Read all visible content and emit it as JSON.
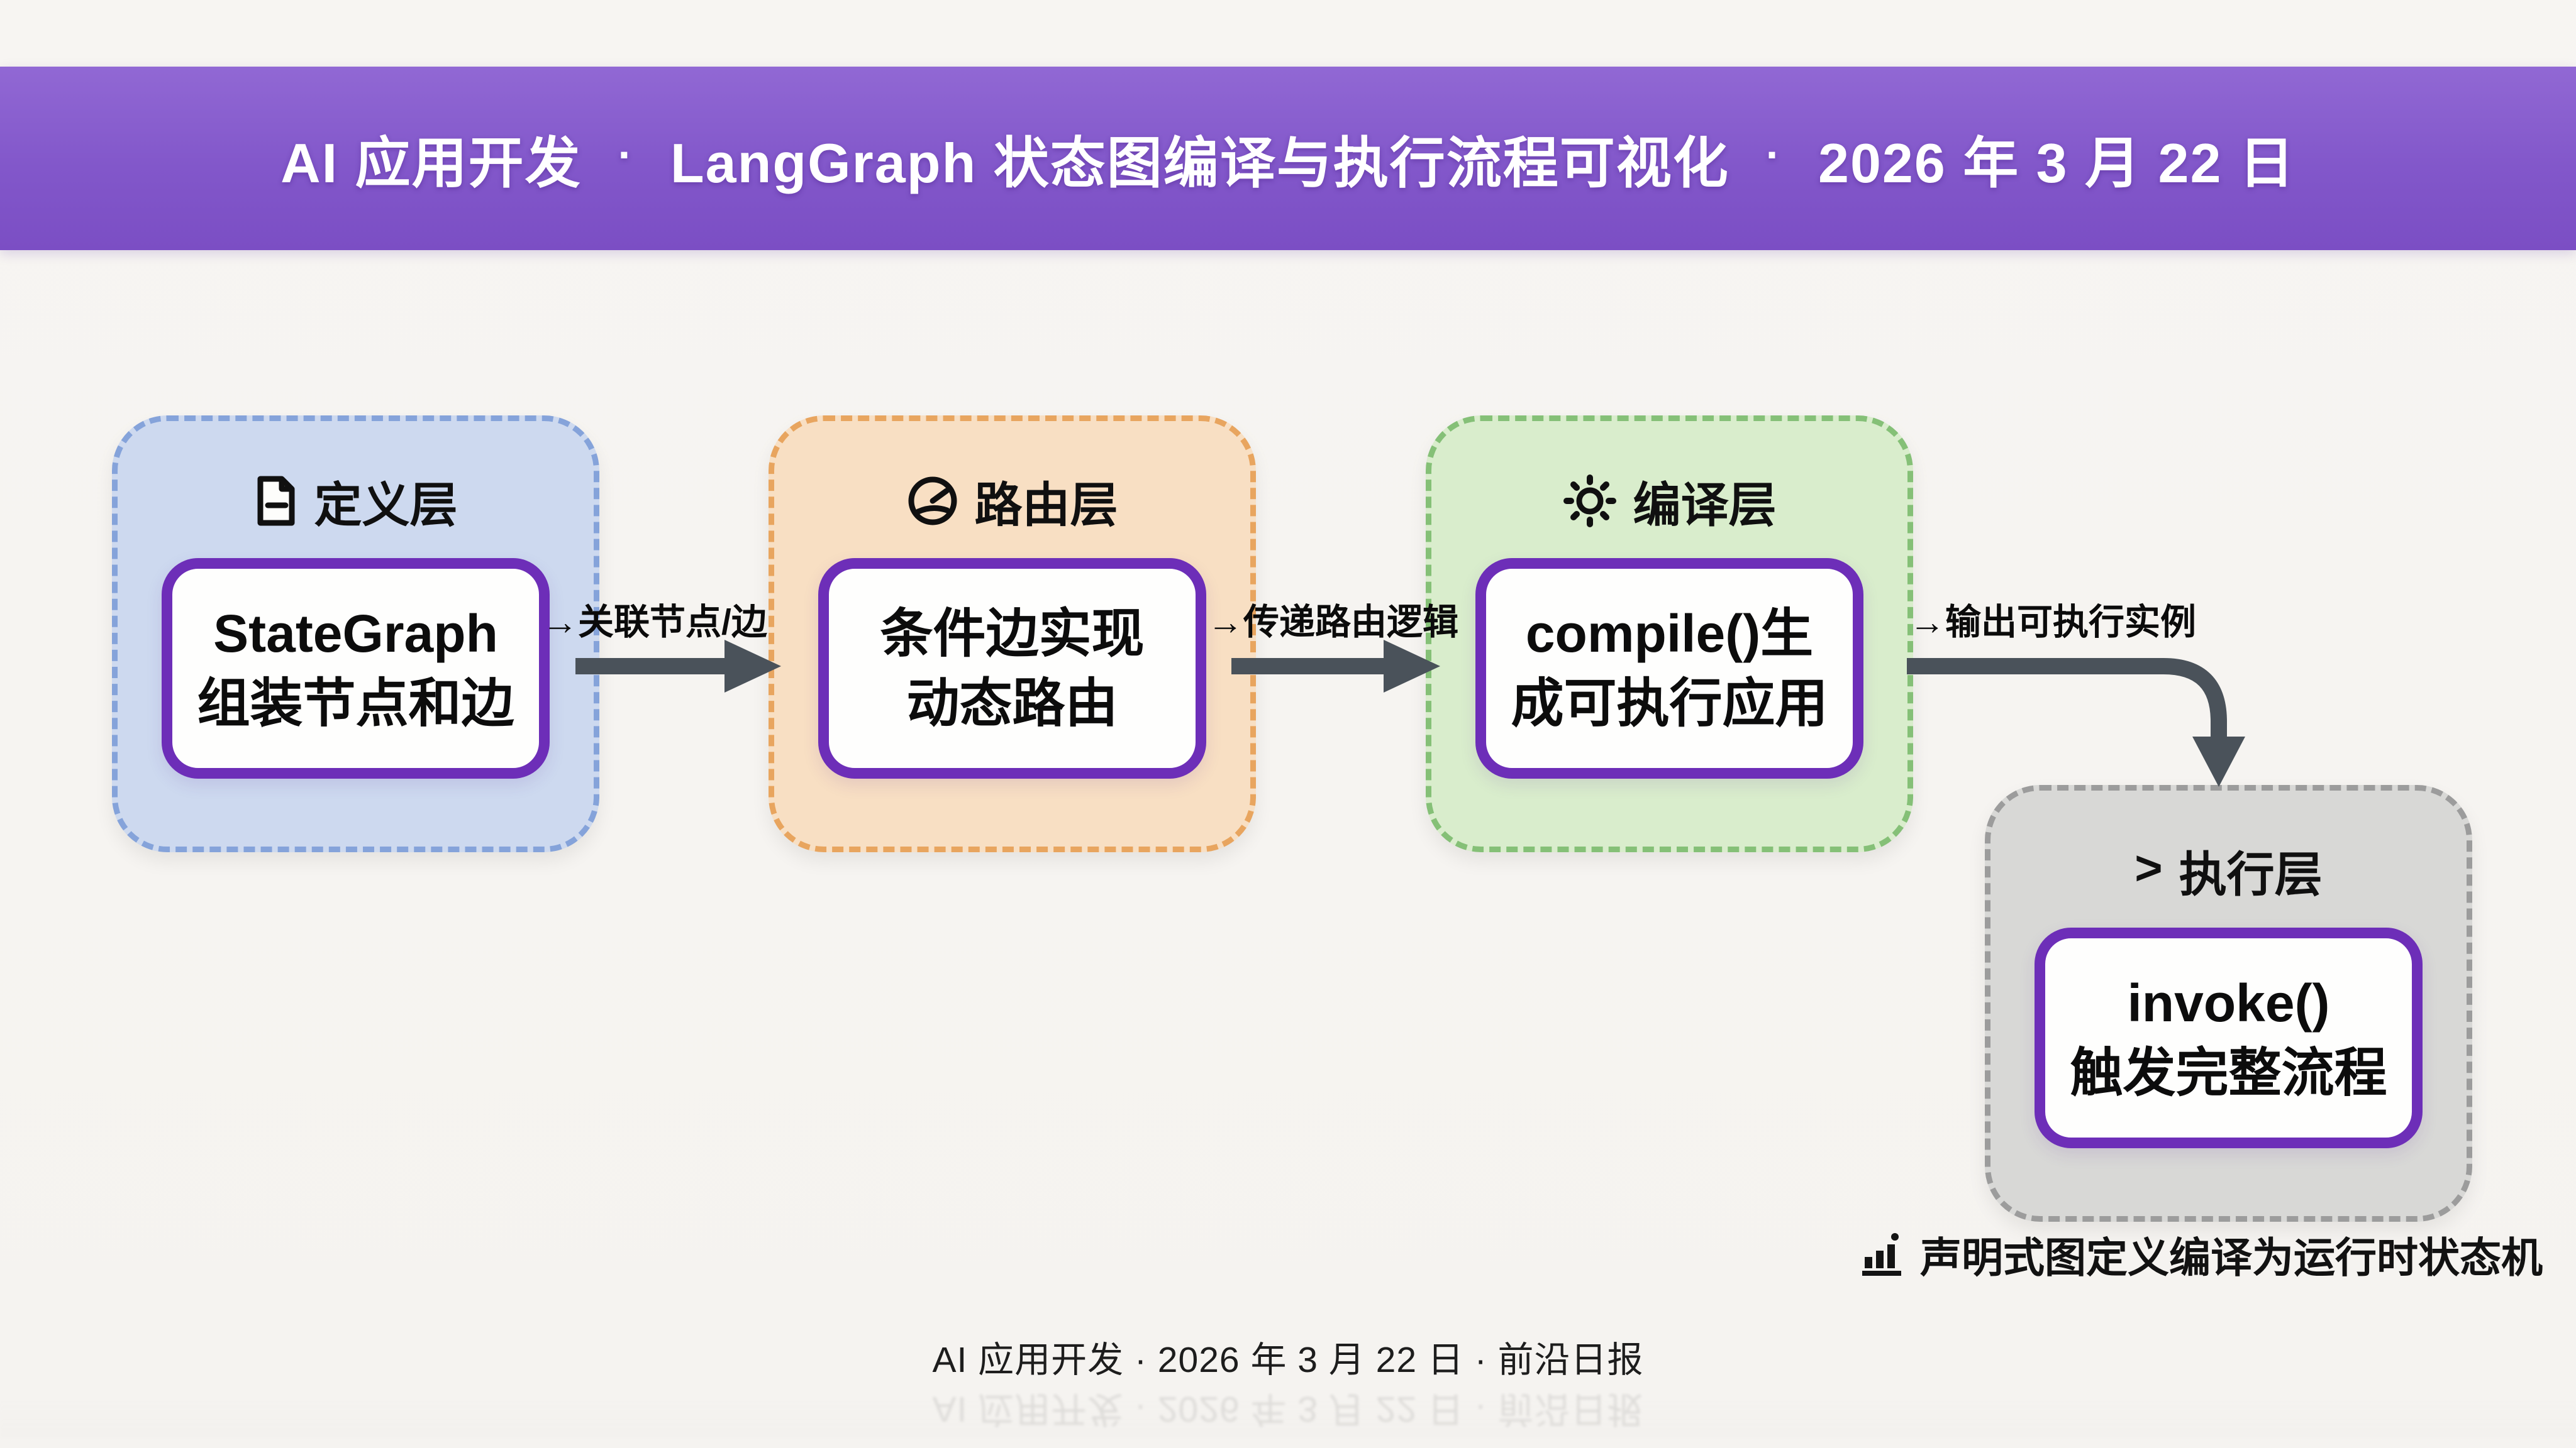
{
  "header": {
    "segments": [
      "AI 应用开发",
      "LangGraph 状态图编译与执行流程可视化",
      "2026 年 3 月 22 日"
    ],
    "separator": "·",
    "background_color": "#8257ca",
    "text_color": "#ffffff"
  },
  "stages": [
    {
      "id": "definition",
      "icon": "document-icon",
      "title": "定义层",
      "card": [
        "StateGraph",
        "组装节点和边"
      ],
      "colors": {
        "fill": "#cdd9ef",
        "border": "#85a3da"
      }
    },
    {
      "id": "routing",
      "icon": "clock-route-icon",
      "title": "路由层",
      "card": [
        "条件边实现",
        "动态路由"
      ],
      "colors": {
        "fill": "#f8dfc3",
        "border": "#e8a55f"
      }
    },
    {
      "id": "compile",
      "icon": "sun-icon",
      "title": "编译层",
      "card": [
        "compile()生",
        "成可执行应用"
      ],
      "colors": {
        "fill": "#d9edcc",
        "border": "#85c077"
      }
    },
    {
      "id": "execution",
      "icon": "prompt-icon",
      "title": "执行层",
      "prompt_glyph": ">",
      "card": [
        "invoke()",
        "触发完整流程"
      ],
      "colors": {
        "fill": "#d8d8d6",
        "border": "#9c9c9c"
      }
    }
  ],
  "card_border_color": "#6d2eb8",
  "arrows": [
    {
      "label": "→关联节点/边"
    },
    {
      "label": "→传递路由逻辑"
    },
    {
      "label": "→输出可执行实例"
    }
  ],
  "arrow_color": "#4a525a",
  "caption": {
    "icon": "bar-chart-icon",
    "text": "声明式图定义编译为运行时状态机"
  },
  "footer": {
    "text": "AI 应用开发 · 2026 年 3 月 22 日 · 前沿日报"
  }
}
